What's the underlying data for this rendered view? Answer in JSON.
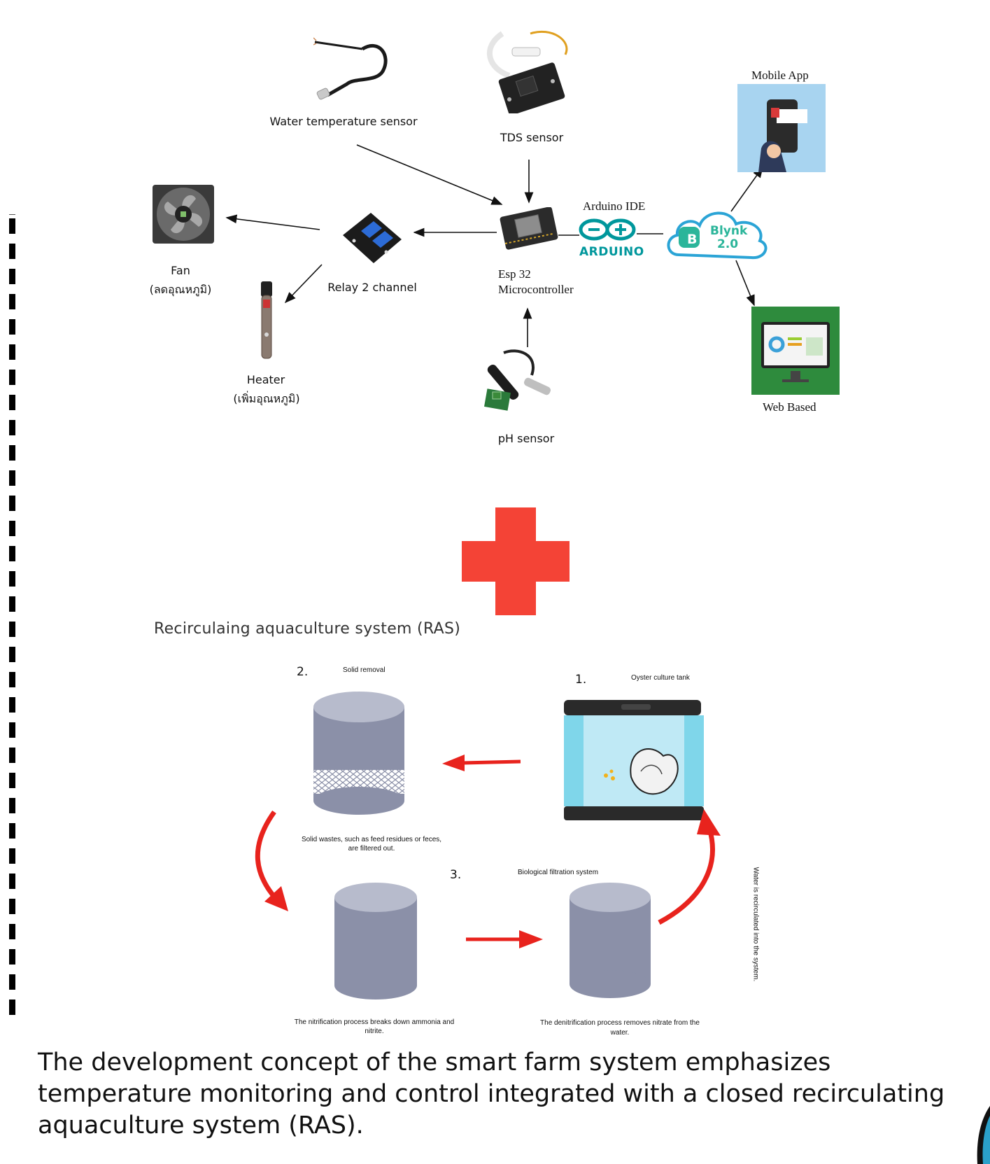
{
  "top_diagram": {
    "water_temp_sensor": "Water temperature sensor",
    "tds_sensor": "TDS sensor",
    "ph_sensor": "pH sensor",
    "esp32_line1": "Esp 32",
    "esp32_line2": "Microcontroller",
    "relay": "Relay 2 channel",
    "fan_line1": "Fan",
    "fan_line2": "(ลดอุณหภูมิ)",
    "heater_line1": "Heater",
    "heater_line2": "(เพิ่มอุณหภูมิ)",
    "arduino_ide": "Arduino IDE",
    "arduino_logo": "ARDUINO",
    "blynk_b": "B",
    "blynk_line1": "Blynk",
    "blynk_line2": "2.0",
    "mobile_app": "Mobile App",
    "web_based": "Web Based"
  },
  "plus_color": "#f44336",
  "ras": {
    "title": "Recirculaing aquaculture system (RAS)",
    "step1_num": "1.",
    "step1_label": "Oyster culture tank",
    "step2_num": "2.",
    "step2_label": "Solid removal",
    "step2_desc_1": "Solid wastes, such as feed residues or feces,",
    "step2_desc_2": "are filtered out.",
    "step3_num": "3.",
    "step3_label": "Biological filtration system",
    "nitrification_1": "The nitrification process breaks down ammonia and",
    "nitrification_2": "nitrite.",
    "denitrification_1": "The denitrification process removes nitrate from the",
    "denitrification_2": "water.",
    "recirculated": "Water is recirculated into the system."
  },
  "caption": "The development concept of the smart farm system emphasizes temperature monitoring and control integrated with a closed recirculating aquaculture system (RAS).",
  "colors": {
    "cylinder": "#8b90a8",
    "red_arrow": "#e8231d",
    "web_green": "#2e8b3d",
    "mobile_bg": "#a8d4f0",
    "arduino_teal": "#00979c",
    "blynk_blue": "#2ba4d6"
  }
}
